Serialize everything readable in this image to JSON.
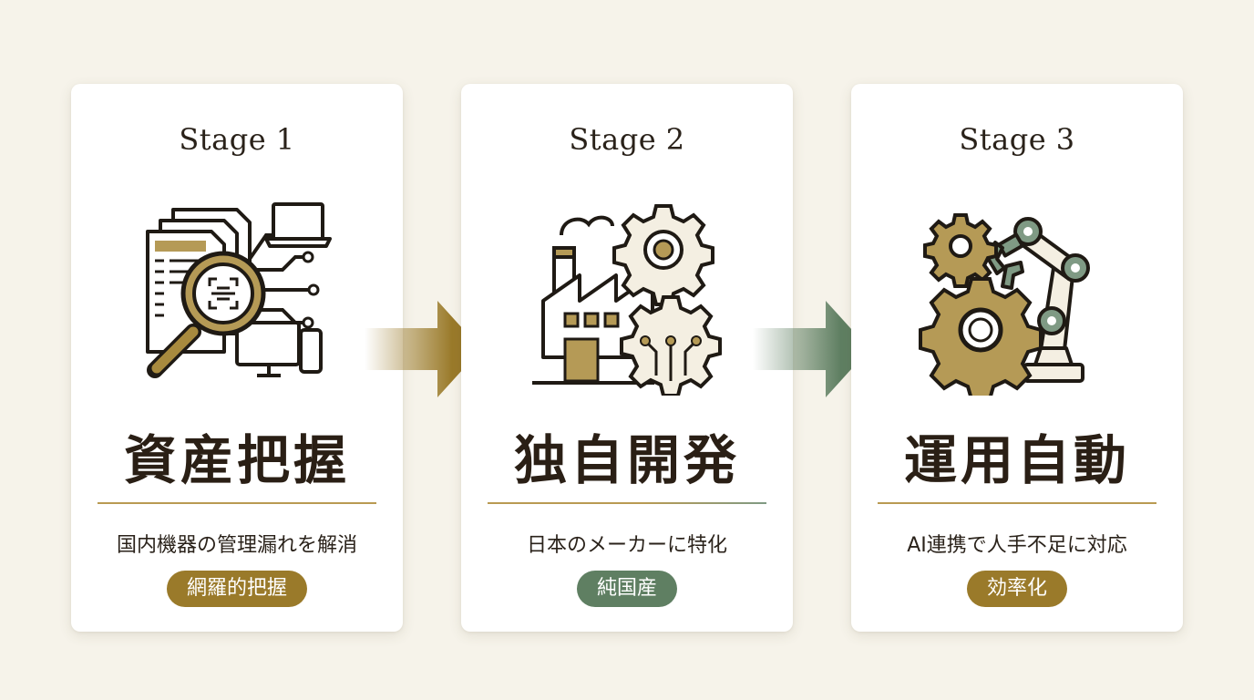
{
  "colors": {
    "gold": "#9a7a2a",
    "green": "#5f7f62",
    "dark": "#2a1f15",
    "background": "#f6f3ea"
  },
  "stages": [
    {
      "label": "Stage 1",
      "heading": "資産把握",
      "description": "国内機器の管理漏れを解消",
      "badge": "網羅的把握",
      "badge_color": "#9a7a2a",
      "icon": "asset-scan-magnifier-icon"
    },
    {
      "label": "Stage 2",
      "heading": "独自開発",
      "description": "日本のメーカーに特化",
      "badge": "純国産",
      "badge_color": "#5f7f62",
      "icon": "factory-gears-icon"
    },
    {
      "label": "Stage 3",
      "heading": "運用自動",
      "description": "AI連携で人手不足に対応",
      "badge": "効率化",
      "badge_color": "#9a7a2a",
      "icon": "robot-arm-gears-icon"
    }
  ],
  "arrows": [
    {
      "icon": "arrow-right-icon",
      "color": "#9a7a2a"
    },
    {
      "icon": "arrow-right-icon",
      "color": "#5f7f62"
    }
  ]
}
